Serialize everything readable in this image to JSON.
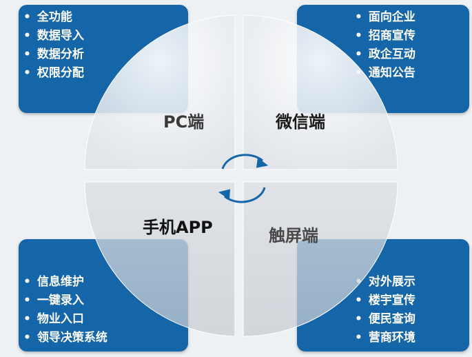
{
  "quadrants": {
    "top_left": {
      "label": "PC端",
      "items": [
        "全功能",
        "数据导入",
        "数据分析",
        "权限分配"
      ]
    },
    "top_right": {
      "label": "微信端",
      "items": [
        "面向企业",
        "招商宣传",
        "政企互动",
        "通知公告"
      ]
    },
    "bottom_left": {
      "label": "手机APP",
      "items": [
        "信息维护",
        "一键录入",
        "物业入口",
        "领导决策系统"
      ]
    },
    "bottom_right": {
      "label": "触屏端",
      "items": [
        "对外展示",
        "楼宇宣传",
        "便民查询",
        "营商环境"
      ]
    }
  },
  "colors": {
    "box": "#1565a9",
    "circle_light": "#f4f6f8",
    "circle_gray": "#d2d6db",
    "arrow": "#1565a9"
  },
  "icons": [
    "cycle-arrows-icon"
  ]
}
